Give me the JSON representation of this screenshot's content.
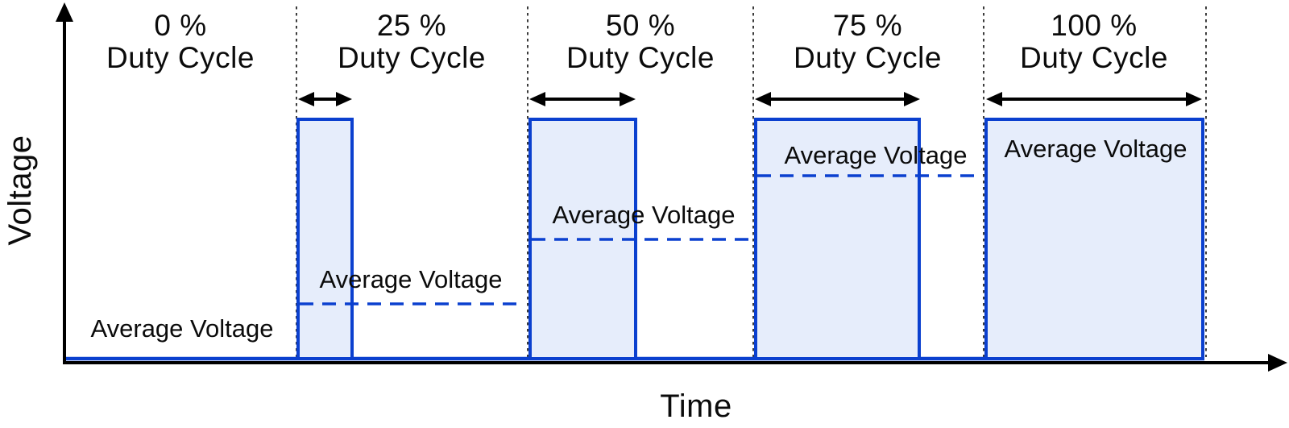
{
  "diagram": {
    "type": "pwm-duty-cycle-waveforms",
    "x_axis_label": "Time",
    "y_axis_label": "Voltage"
  },
  "colors": {
    "signal_blue": "#0b40cf",
    "pulse_fill_light_blue": "#e6edfb",
    "axis_black": "#000000",
    "separator_gray": "#3b3b3b",
    "background": "#ffffff"
  },
  "sections": [
    {
      "duty_cycle_percent": 0,
      "title_line1": "0 %",
      "title_line2": "Duty Cycle",
      "avg_label": "Average Voltage",
      "average_voltage_fraction_of_peak": 0.0
    },
    {
      "duty_cycle_percent": 25,
      "title_line1": "25 %",
      "title_line2": "Duty Cycle",
      "avg_label": "Average Voltage",
      "average_voltage_fraction_of_peak": 0.25
    },
    {
      "duty_cycle_percent": 50,
      "title_line1": "50 %",
      "title_line2": "Duty Cycle",
      "avg_label": "Average Voltage",
      "average_voltage_fraction_of_peak": 0.5
    },
    {
      "duty_cycle_percent": 75,
      "title_line1": "75 %",
      "title_line2": "Duty Cycle",
      "avg_label": "Average Voltage",
      "average_voltage_fraction_of_peak": 0.75
    },
    {
      "duty_cycle_percent": 100,
      "title_line1": "100 %",
      "title_line2": "Duty Cycle",
      "avg_label": "Average Voltage",
      "average_voltage_fraction_of_peak": 1.0
    }
  ]
}
